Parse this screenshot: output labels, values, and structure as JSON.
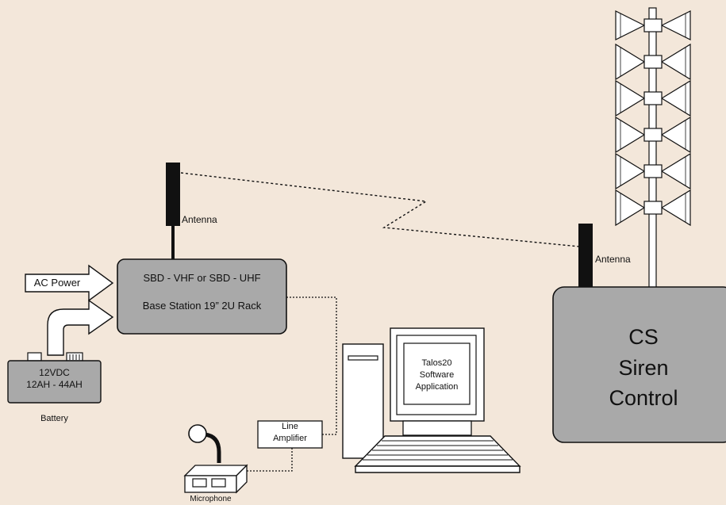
{
  "diagram": {
    "colors": {
      "background": "#f3e7da",
      "box_fill": "#a9a9a9",
      "stroke": "#111111",
      "white": "#ffffff"
    },
    "antenna_left_label": "Antenna",
    "antenna_right_label": "Antenna",
    "base_station": {
      "line1": "SBD - VHF or SBD - UHF",
      "line2": "Base Station 19” 2U Rack"
    },
    "ac_power_label": "AC Power",
    "battery": {
      "line1": "12VDC",
      "line2": "12AH - 44AH",
      "caption": "Battery"
    },
    "line_amplifier": {
      "line1": "Line",
      "line2": "Amplifier"
    },
    "microphone_label": "Microphone",
    "software": {
      "line1": "Talos20",
      "line2": "Software",
      "line3": "Application"
    },
    "siren_control": {
      "line1": "CS",
      "line2": "Siren",
      "line3": "Control"
    }
  }
}
